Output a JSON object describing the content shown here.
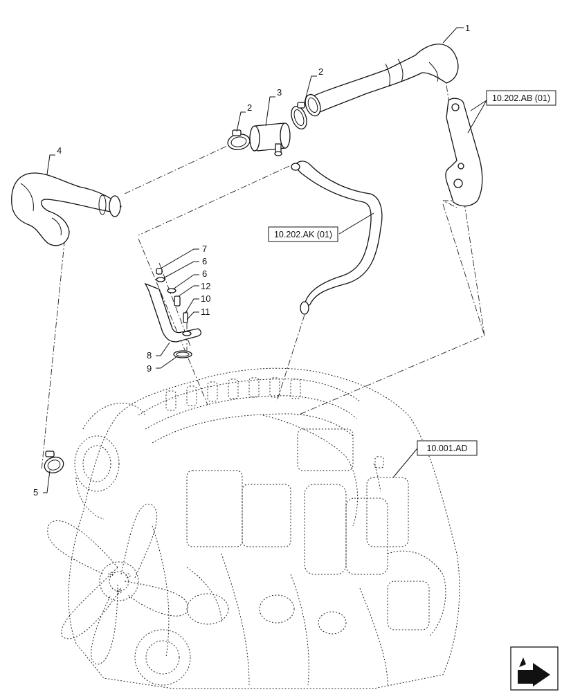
{
  "callouts": {
    "c1": "1",
    "c2a": "2",
    "c2b": "2",
    "c3": "3",
    "c4": "4",
    "c5": "5",
    "c6a": "6",
    "c6b": "6",
    "c7": "7",
    "c8": "8",
    "c9": "9",
    "c10": "10",
    "c11": "11",
    "c12": "12"
  },
  "references": {
    "ref_ab": "10.202.AB (01)",
    "ref_ak": "10.202.AK (01)",
    "ref_ad": "10.001.AD"
  },
  "nav_icon": "next-page-arrow-icon"
}
